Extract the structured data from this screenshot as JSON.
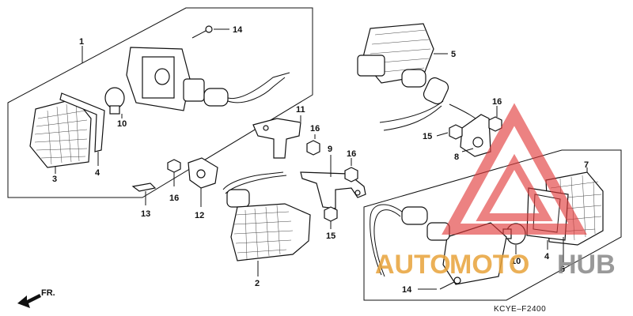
{
  "diagram": {
    "code": "KCYE–F2400",
    "direction_label": "FR.",
    "callouts": [
      "1",
      "2",
      "3",
      "4",
      "5",
      "6",
      "7",
      "8",
      "9",
      "10",
      "11",
      "12",
      "13",
      "14",
      "15",
      "16"
    ],
    "callouts_repeat": {
      "4b": "4",
      "10b": "10",
      "14b": "14",
      "15b": "15",
      "16b": "16",
      "16c": "16",
      "16d": "16"
    }
  },
  "watermark": {
    "part1": "AUTO",
    "part2": "MOTO",
    "part3": "HUB",
    "color_primary": "#e8a33a",
    "color_secondary": "#888888",
    "triangle_color": "#e23b3b"
  }
}
